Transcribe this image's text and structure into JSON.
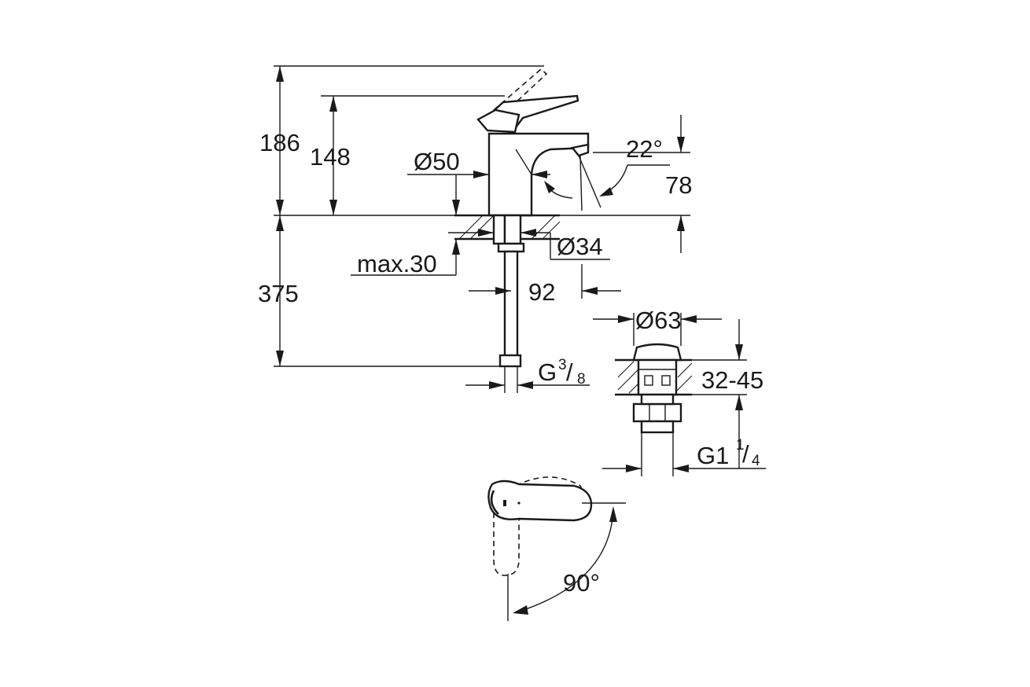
{
  "dimensions": {
    "total_height": "186",
    "lever_height": "148",
    "body_diameter": "Ø50",
    "spout_angle": "22°",
    "spout_height": "78",
    "hole_diameter": "Ø34",
    "max_thickness": "max.30",
    "projection": "92",
    "below_height": "375",
    "hose_thread_main": "G",
    "hose_thread_num": "3",
    "hose_thread_den": "8",
    "waste_diameter": "Ø63",
    "waste_range": "32-45",
    "waste_thread_main": "G1",
    "waste_thread_num": "1",
    "waste_thread_den": "4",
    "rotation_angle": "90°"
  },
  "colors": {
    "line": "#1a1a1a",
    "background": "#ffffff"
  }
}
